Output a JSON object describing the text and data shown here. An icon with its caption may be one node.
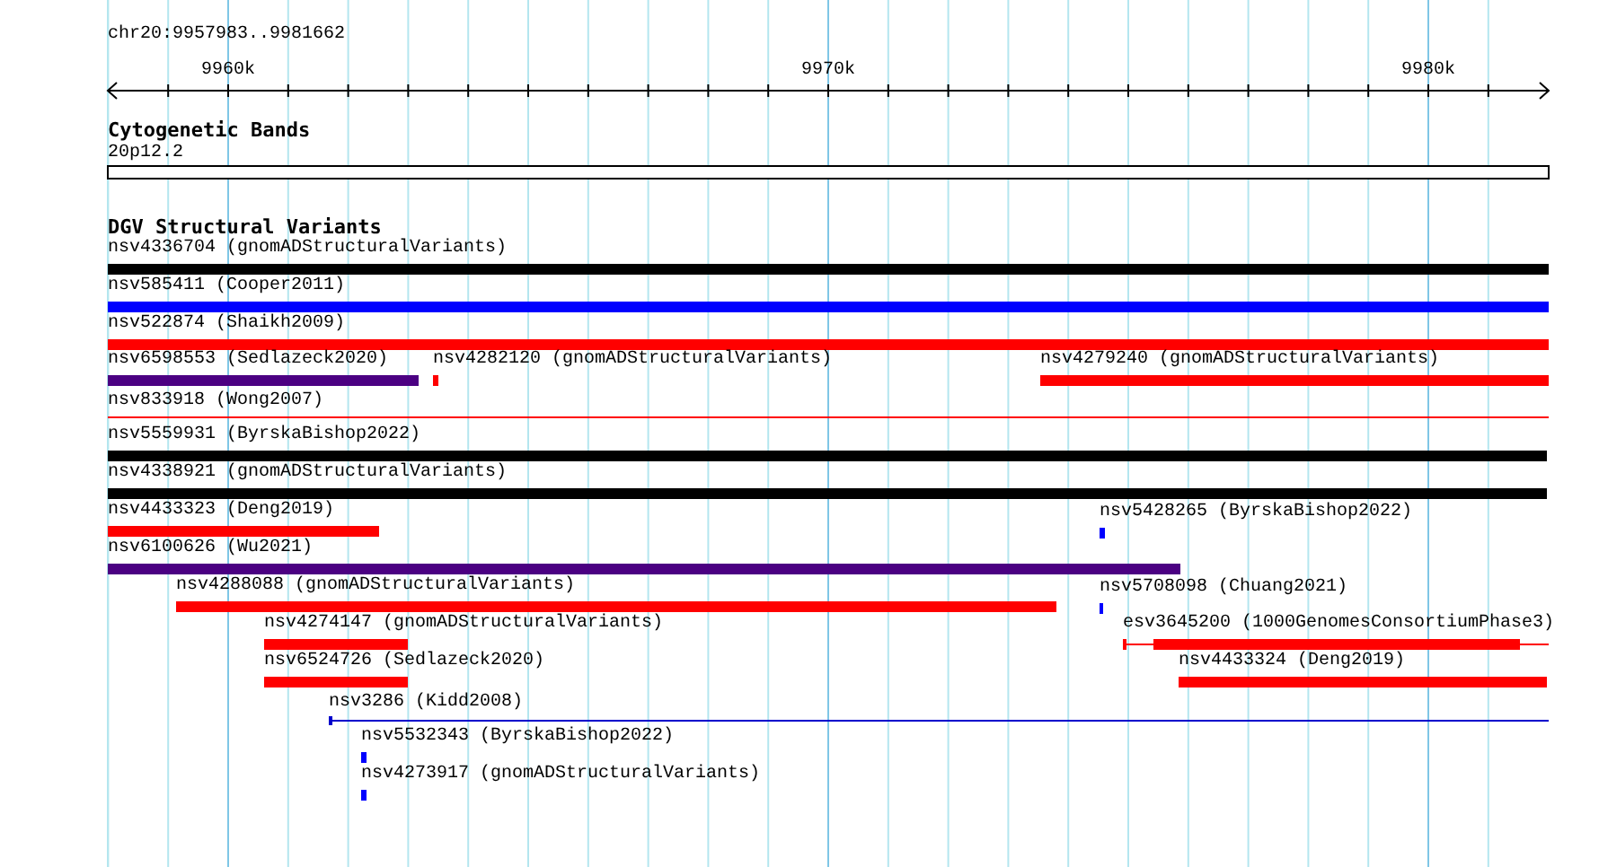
{
  "diagram": {
    "title": "chr20:9957983..9981662",
    "nodes": [
      {
        "text": [
          "20p12.2"
        ]
      },
      {
        "text": [
          "nsv4336704 (gnomADStructuralVariants)"
        ]
      },
      {
        "text": [
          "nsv585411 (Cooper2011)"
        ]
      },
      {
        "text": [
          "nsv522874 (Shaikh2009)"
        ]
      },
      {
        "text": [
          "nsv6598553 (Sedlazeck2020)"
        ]
      },
      {
        "text": [
          "nsv4282120 (gnomADStructuralVariants)"
        ]
      },
      {
        "text": [
          "nsv4279240 (gnomADStructuralVariants)"
        ]
      },
      {
        "text": [
          "nsv833918 (Wong2007)"
        ]
      },
      {
        "text": [
          "nsv5559931 (ByrskaBishop2022)"
        ]
      },
      {
        "text": [
          "nsv4338921 (gnomADStructuralVariants)"
        ]
      },
      {
        "text": [
          "nsv4433323 (Deng2019)"
        ]
      },
      {
        "text": [
          "nsv5428265 (ByrskaBishop2022)"
        ]
      },
      {
        "text": [
          "nsv6100626 (Wu2021)"
        ]
      },
      {
        "text": [
          "nsv4288088 (gnomADStructuralVariants)"
        ]
      },
      {
        "text": [
          "nsv5708098 (Chuang2021)"
        ]
      },
      {
        "text": [
          "nsv4274147 (gnomADStructuralVariants)"
        ]
      },
      {
        "text": [
          "esv3645200 (1000GenomesConsortiumPhase3)"
        ]
      },
      {
        "text": [
          "nsv6524726 (Sedlazeck2020)"
        ]
      },
      {
        "text": [
          "nsv4433324 (Deng2019)"
        ]
      },
      {
        "text": [
          "nsv3286 (Kidd2008)"
        ]
      },
      {
        "text": [
          "nsv5532343 (ByrskaBishop2022)"
        ]
      },
      {
        "text": [
          "nsv4273917 (gnomADStructuralVariants)"
        ]
      }
    ],
    "labels": [
      "9960k",
      "9970k",
      "9980k",
      "Cytogenetic Bands",
      "DGV Structural Variants"
    ]
  }
}
